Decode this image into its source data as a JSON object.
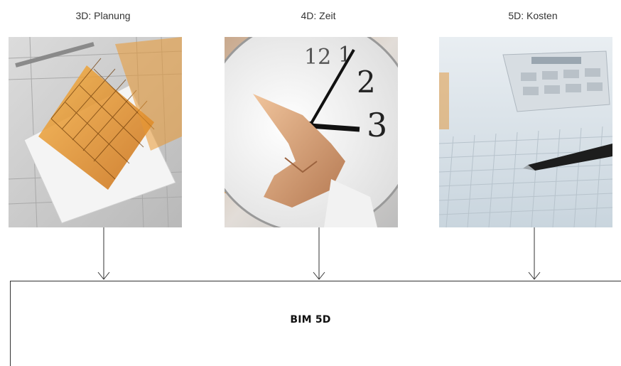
{
  "columns": [
    {
      "label": "3D: Planung",
      "image": "building-wireframe-on-blueprint"
    },
    {
      "label": "4D: Zeit",
      "image": "hand-with-clock"
    },
    {
      "label": "5D: Kosten",
      "image": "calculator-and-pen-on-grid-paper"
    }
  ],
  "main_box": {
    "title": "BIM 5D"
  },
  "colors": {
    "line": "#333333",
    "accent_orange": "#e08a1e"
  }
}
